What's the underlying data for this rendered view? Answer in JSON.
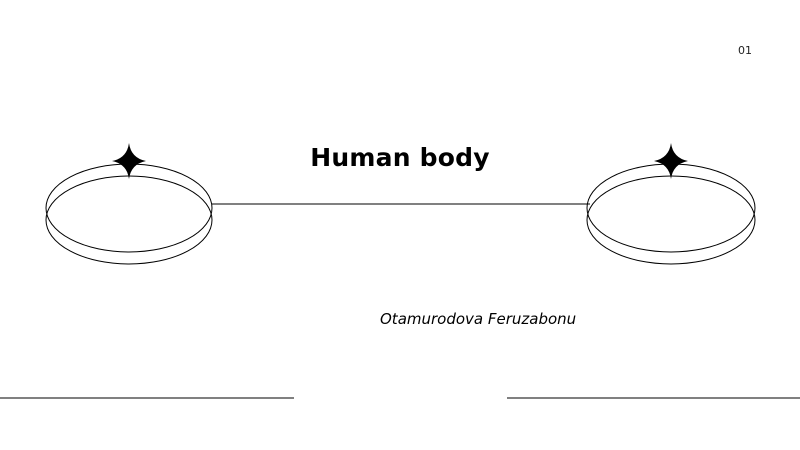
{
  "slide": {
    "page_number": "01",
    "title": "Human body",
    "subtitle": "Otamurodova Feruzabonu"
  },
  "decor": {
    "left_ring_icon": "sparkle-star-icon",
    "right_ring_icon": "sparkle-star-icon",
    "line_color": "#000000"
  }
}
